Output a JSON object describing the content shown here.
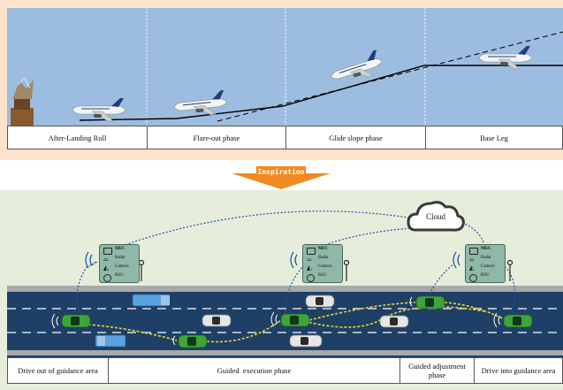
{
  "top_phases": [
    "After-Landing Roll",
    "Flare-out phase",
    "Glide slope phase",
    "Base Leg"
  ],
  "inspiration_label": "Inspiration",
  "cloud_label": "Cloud",
  "edge_box": {
    "line1": "MEC",
    "line2": "Radar",
    "line3": "Camera",
    "line4": "RSU"
  },
  "bottom_phases": [
    "Drive out of guidance area",
    "Guided  execution phase",
    "Guided adjustment phase",
    "Drive into guidance area"
  ],
  "colors": {
    "sky": "#9dbde0",
    "top_frame": "#fde3cc",
    "bottom_frame": "#e6eedb",
    "road": "#1e3f66",
    "arrow": "#f08a24",
    "edge_box": "#8fb8a8"
  }
}
